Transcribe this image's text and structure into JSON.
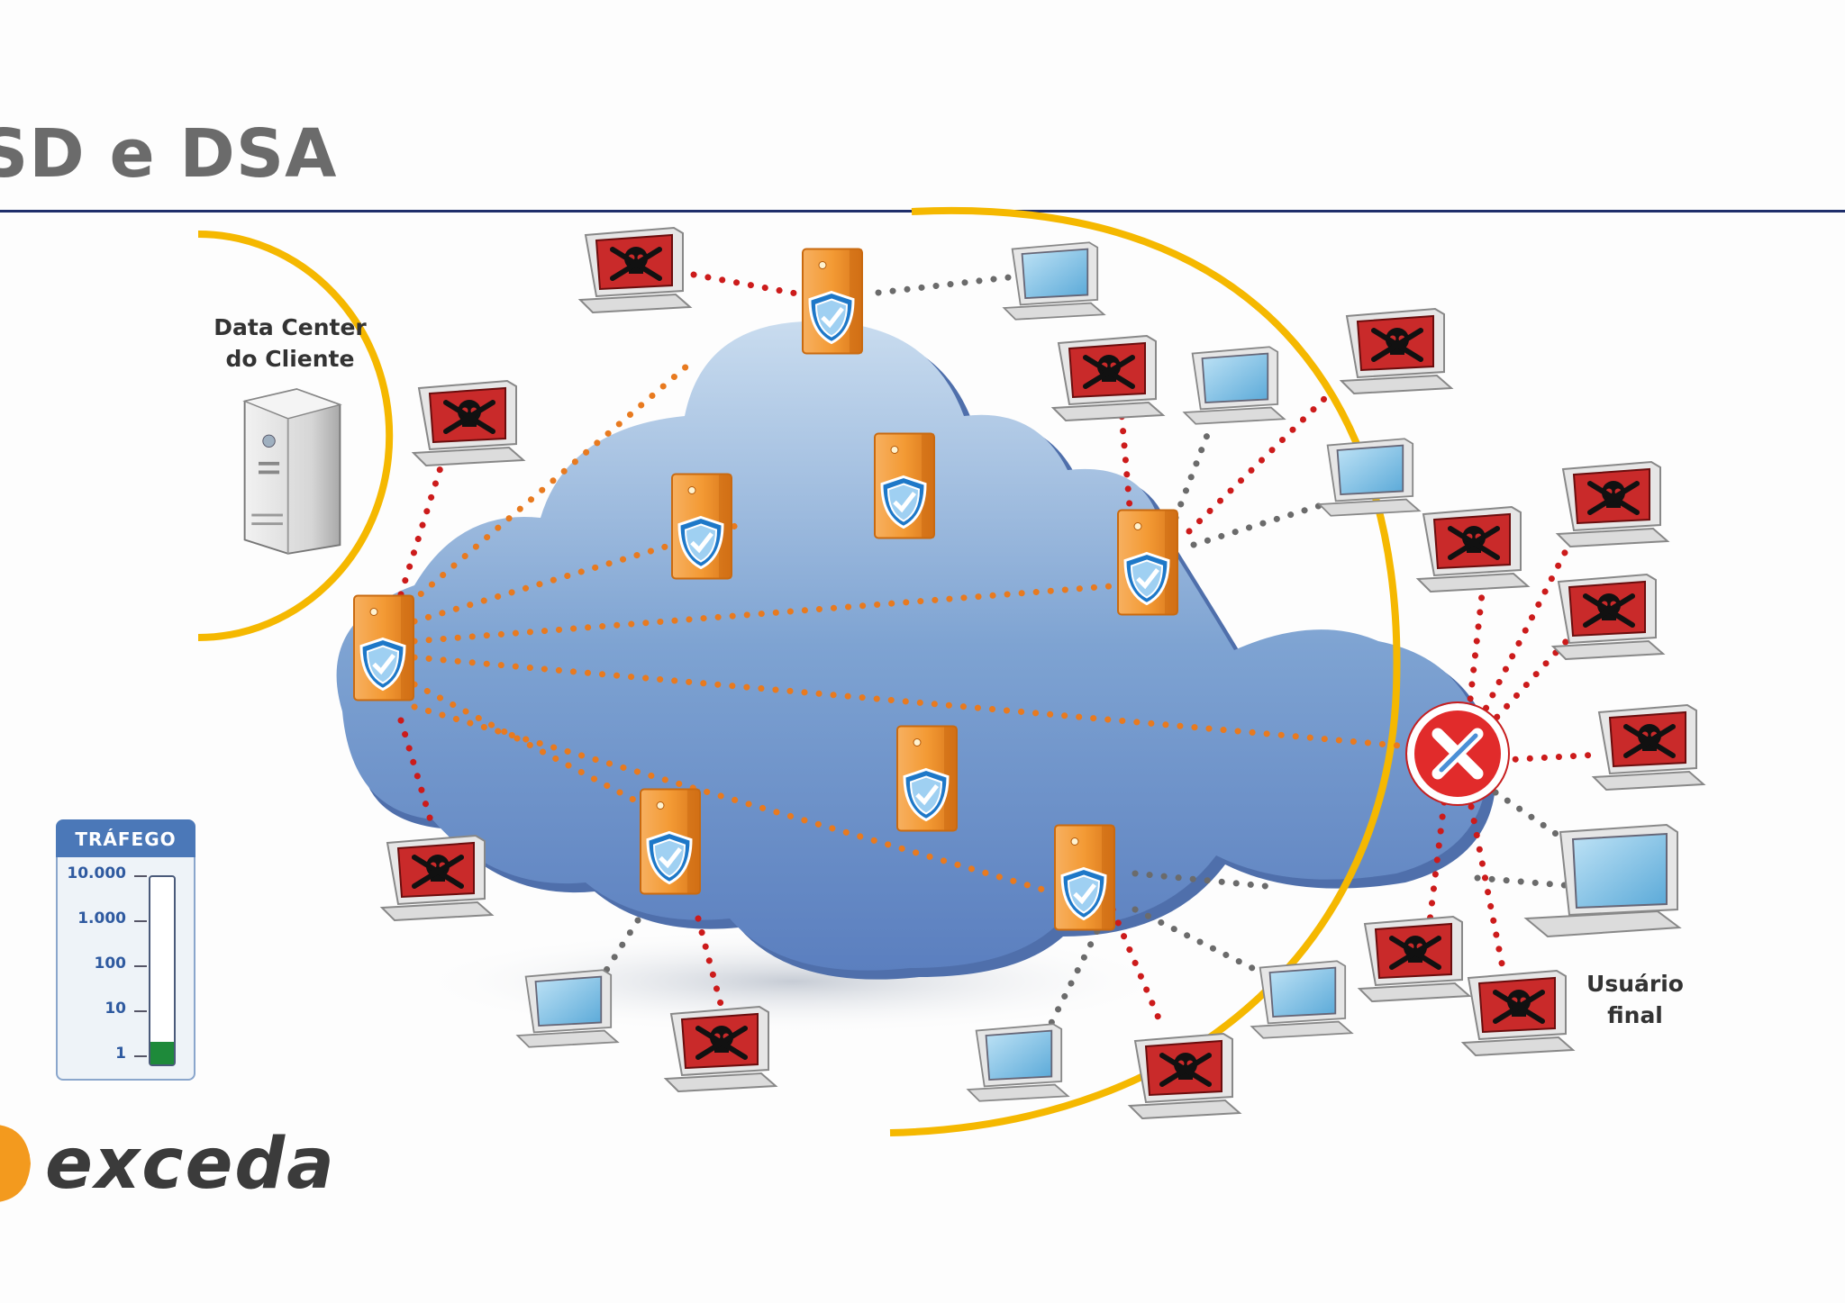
{
  "slide": {
    "title": "SD e DSA"
  },
  "labels": {
    "datacenter_line1": "Data Center",
    "datacenter_line2": "do Cliente",
    "user_line1": "Usuário",
    "user_line2": "final"
  },
  "traffic": {
    "title": "TRÁFEGO",
    "ticks": [
      "10.000",
      "1.000",
      "100",
      "10",
      "1"
    ],
    "level_fraction": 0.12,
    "fill_color": "#1e8a3a"
  },
  "logo": {
    "text": "exceda"
  },
  "colors": {
    "ring": "#f5b800",
    "attack_link": "#cc1b1b",
    "cdn_link": "#e87a1f",
    "user_link": "#6b6b6b",
    "cloud": "#6f93c8",
    "title_rule": "#1f2f6b"
  },
  "icons": {
    "server": "shield-server-icon",
    "attacker": "skull-monitor-icon",
    "user": "computer-icon",
    "blocked": "blocked-x-icon",
    "datacenter": "datacenter-server-icon"
  }
}
